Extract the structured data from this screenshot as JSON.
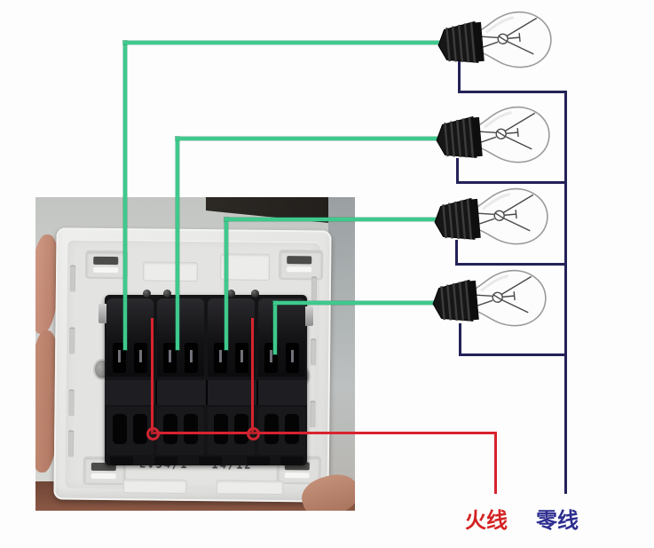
{
  "legend": {
    "live": {
      "label": "火线",
      "color": "#d42222"
    },
    "neutral": {
      "label": "零线",
      "color": "#2d2d90"
    }
  },
  "switch_panel": {
    "marking_model": "EV54/1",
    "marking_date": "14/12",
    "gangs": 4
  },
  "wires": {
    "switched": {
      "color": "#3fc98d",
      "count": 4,
      "connects": "switch terminals to bulb bases"
    },
    "live": {
      "color": "#d8232e",
      "connects": "live supply to switch common terminals"
    },
    "neutral": {
      "color": "#232258",
      "connects": "neutral supply bus to all bulb bases"
    }
  },
  "bulbs": {
    "count": 4
  }
}
